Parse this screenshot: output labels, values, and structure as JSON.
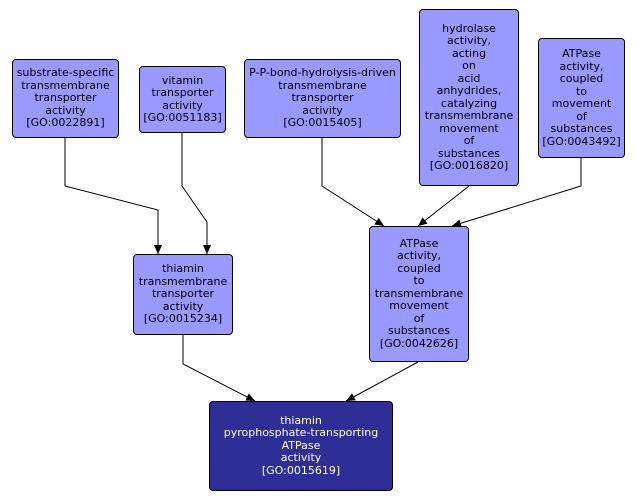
{
  "colors": {
    "node_fill": "#9a99ff",
    "target_fill": "#2e2e96",
    "target_text": "#ffffff",
    "edge": "#000000"
  },
  "nodes": {
    "n0022891": {
      "lines": [
        "substrate-specific",
        "transmembrane",
        "transporter",
        "activity",
        "[GO:0022891]"
      ]
    },
    "n0051183": {
      "lines": [
        "vitamin",
        "transporter",
        "activity",
        "[GO:0051183]"
      ]
    },
    "n0015405": {
      "lines": [
        "P-P-bond-hydrolysis-driven",
        "transmembrane",
        "transporter",
        "activity",
        "[GO:0015405]"
      ]
    },
    "n0016820": {
      "lines": [
        "hydrolase",
        "activity,",
        "acting",
        "on",
        "acid",
        "anhydrides,",
        "catalyzing",
        "transmembrane",
        "movement",
        "of",
        "substances",
        "[GO:0016820]"
      ]
    },
    "n0043492": {
      "lines": [
        "ATPase",
        "activity,",
        "coupled",
        "to",
        "movement",
        "of",
        "substances",
        "[GO:0043492]"
      ]
    },
    "n0015234": {
      "lines": [
        "thiamin",
        "transmembrane",
        "transporter",
        "activity",
        "[GO:0015234]"
      ]
    },
    "n0042626": {
      "lines": [
        "ATPase",
        "activity,",
        "coupled",
        "to",
        "transmembrane",
        "movement",
        "of",
        "substances",
        "[GO:0042626]"
      ]
    },
    "n0015619": {
      "lines": [
        "thiamin",
        "pyrophosphate-transporting",
        "ATPase",
        "activity",
        "[GO:0015619]"
      ]
    }
  }
}
